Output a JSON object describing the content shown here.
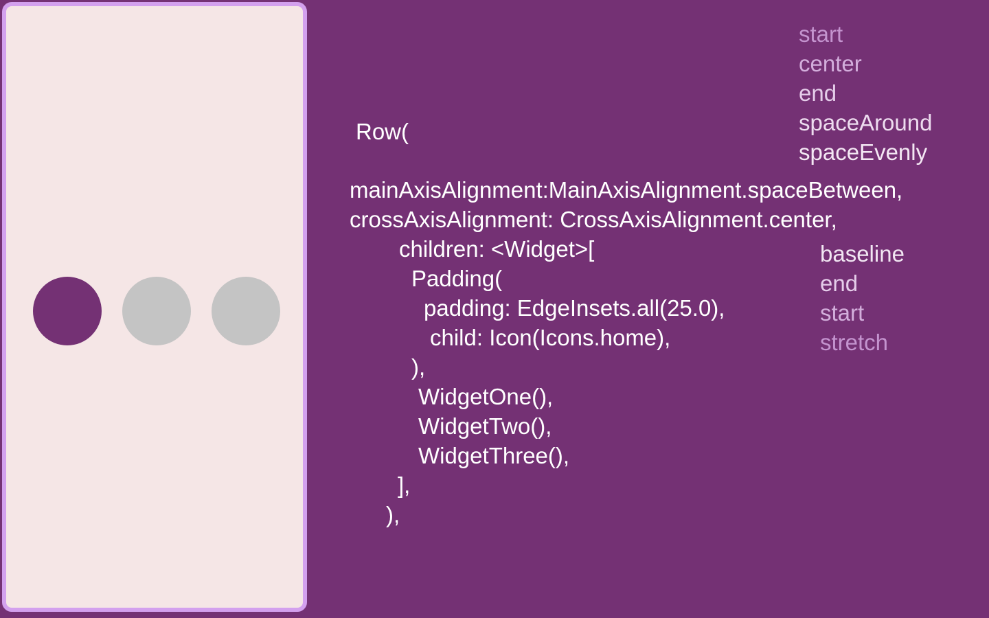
{
  "colors": {
    "background": "#743174",
    "phone_border": "#d3a0ee",
    "phone_fill": "#f5e6e6",
    "active_dot": "#743174",
    "inactive_dot": "#c4c4c4",
    "code_text": "#ffffff"
  },
  "preview": {
    "circles": [
      {
        "state": "active"
      },
      {
        "state": "inactive"
      },
      {
        "state": "inactive"
      }
    ]
  },
  "code": {
    "row_open": "Row(",
    "main_axis": "mainAxisAlignment:MainAxisAlignment.spaceBetween,",
    "cross_axis": "crossAxisAlignment: CrossAxisAlignment.center,",
    "children_open": "children: <Widget>[",
    "padding_open": "Padding(",
    "padding_value": "padding: EdgeInsets.all(25.0),",
    "child_icon": "child: Icon(Icons.home),",
    "padding_close": "),",
    "widget_one": "WidgetOne(),",
    "widget_two": "WidgetTwo(),",
    "widget_three": "WidgetThree(),",
    "children_close": "],",
    "row_close": "),"
  },
  "main_axis_options": [
    {
      "label": "start",
      "color": "#c494cf"
    },
    {
      "label": "center",
      "color": "#d3aedc"
    },
    {
      "label": "end",
      "color": "#e5cdea"
    },
    {
      "label": "spaceAround",
      "color": "#eddcef"
    },
    {
      "label": "spaceEvenly",
      "color": "#f4e8f4"
    }
  ],
  "cross_axis_options": [
    {
      "label": "baseline",
      "color": "#f1e6f2"
    },
    {
      "label": "end",
      "color": "#e5cdea"
    },
    {
      "label": "start",
      "color": "#d3aedc"
    },
    {
      "label": "stretch",
      "color": "#c494cf"
    }
  ]
}
